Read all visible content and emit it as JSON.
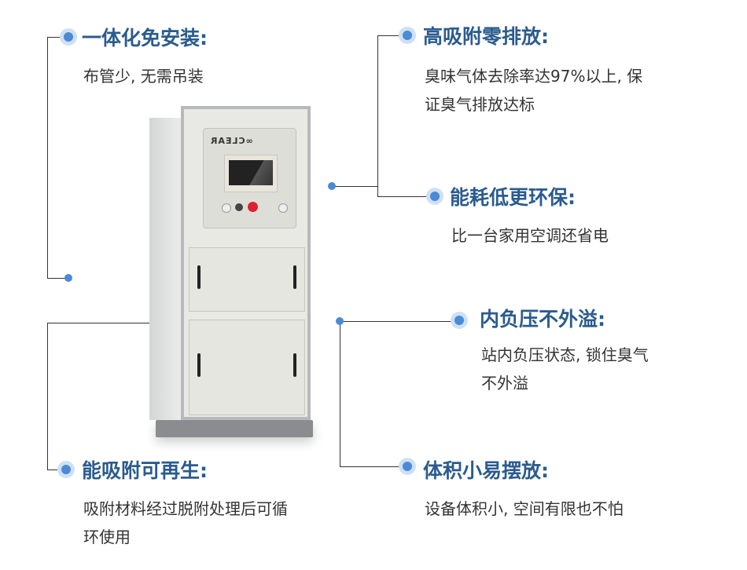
{
  "features": [
    {
      "title": "一体化免安装:",
      "desc": [
        "布管少, 无需吊装"
      ]
    },
    {
      "title": "高吸附零排放:",
      "desc": [
        "臭味气体去除率达97%以上, 保",
        "证臭气排放达标"
      ]
    },
    {
      "title": "能耗低更环保:",
      "desc": [
        "比一台家用空调还省电"
      ]
    },
    {
      "title": "内负压不外溢:",
      "desc": [
        "站内负压状态, 锁住臭气",
        "不外溢"
      ]
    },
    {
      "title": "能吸附可再生:",
      "desc": [
        "吸附材料经过脱附处理后可循",
        "环使用"
      ]
    },
    {
      "title": "体积小易摆放:",
      "desc": [
        "设备体积小, 空间有限也不怕"
      ]
    }
  ],
  "product": {
    "logo": "∞CLEAR"
  },
  "colors": {
    "title": "#2b5b8e",
    "dot": "#4a8ad6",
    "stop_button": "#e02030"
  }
}
